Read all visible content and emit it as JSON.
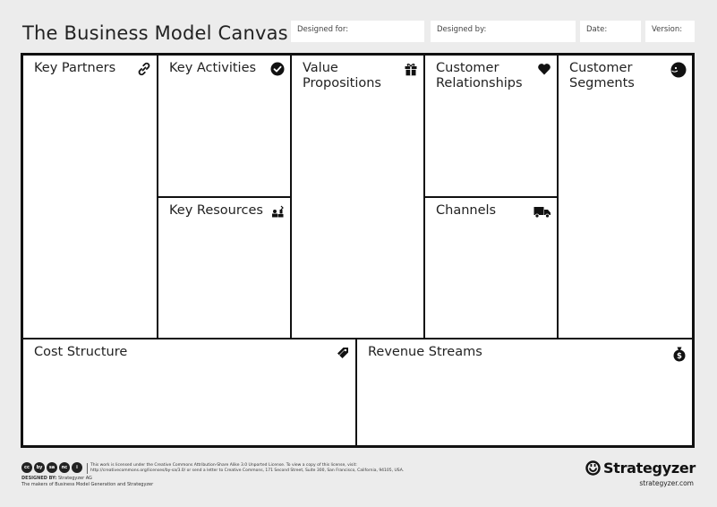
{
  "header": {
    "title": "The Business Model Canvas",
    "designed_for_label": "Designed for:",
    "designed_by_label": "Designed by:",
    "date_label": "Date:",
    "version_label": "Version:"
  },
  "blocks": {
    "key_partners": {
      "label": "Key Partners",
      "icon": "link-icon"
    },
    "key_activities": {
      "label": "Key Activities",
      "icon": "check-circle-icon"
    },
    "key_resources": {
      "label": "Key Resources",
      "icon": "worker-icon"
    },
    "value_propositions": {
      "label": "Value Propositions",
      "icon": "gift-icon"
    },
    "customer_relationships": {
      "label": "Customer Relationships",
      "icon": "heart-icon"
    },
    "channels": {
      "label": "Channels",
      "icon": "truck-icon"
    },
    "customer_segments": {
      "label": "Customer Segments",
      "icon": "face-icon"
    },
    "cost_structure": {
      "label": "Cost Structure",
      "icon": "tag-icon"
    },
    "revenue_streams": {
      "label": "Revenue Streams",
      "icon": "money-bag-icon"
    }
  },
  "footer": {
    "cc_icons": [
      "cc",
      "by",
      "sa",
      "nc",
      "i"
    ],
    "license_text": "This work is licensed under the Creative Commons Attribution-Share Alike 3.0 Unported License. To view a copy of this license, visit: http://creativecommons.org/licenses/by-sa/3.0/ or send a letter to Creative Commons, 171 Second Street, Suite 300, San Francisco, California, 94105, USA.",
    "designed_by_label": "DESIGNED BY:",
    "designed_by_value": "Strategyzer AG",
    "makers_text": "The makers of Business Model Generation and Strategyzer",
    "brand_name": "Strategyzer",
    "brand_url": "strategyzer.com"
  },
  "colors": {
    "background": "#ececec",
    "border": "#111111",
    "text": "#222222"
  }
}
